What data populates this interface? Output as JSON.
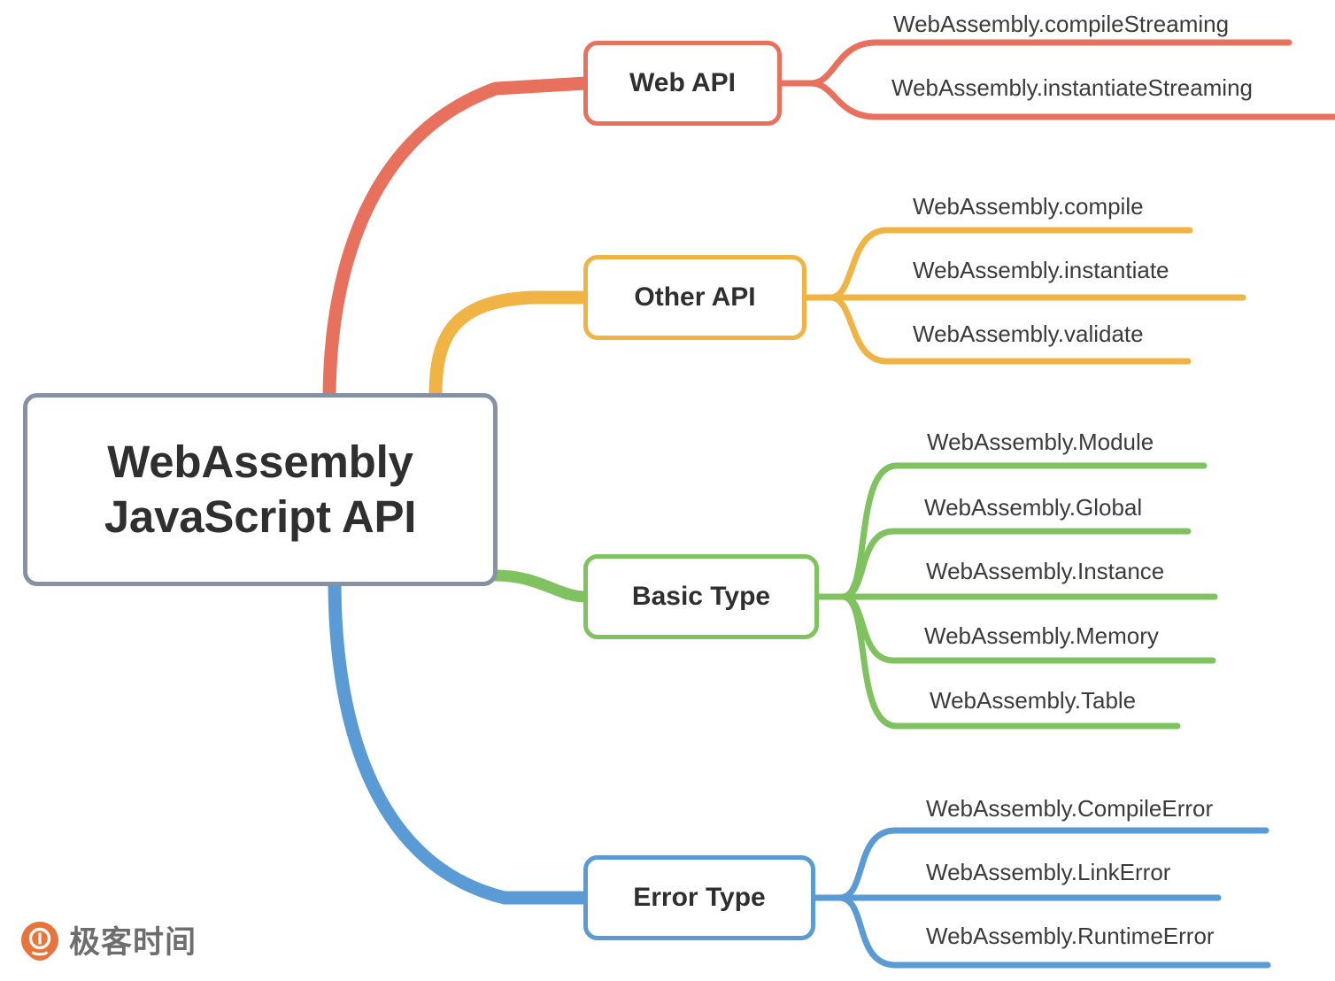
{
  "diagram": {
    "type": "mindmap",
    "root": {
      "label": "WebAssembly\nJavaScript API",
      "line1": "WebAssembly",
      "line2": "JavaScript API",
      "border_color": "#8692a4"
    },
    "branches": [
      {
        "label": "Web API",
        "color": "#e8715e",
        "children": [
          "WebAssembly.compileStreaming",
          "WebAssembly.instantiateStreaming"
        ]
      },
      {
        "label": "Other API",
        "color": "#f0b445",
        "children": [
          "WebAssembly.compile",
          "WebAssembly.instantiate",
          "WebAssembly.validate"
        ]
      },
      {
        "label": "Basic Type",
        "color": "#7fc25f",
        "children": [
          "WebAssembly.Module",
          "WebAssembly.Global",
          "WebAssembly.Instance",
          "WebAssembly.Memory",
          "WebAssembly.Table"
        ]
      },
      {
        "label": "Error Type",
        "color": "#5b9bd5",
        "children": [
          "WebAssembly.CompileError",
          "WebAssembly.LinkError",
          "WebAssembly.RuntimeError"
        ]
      }
    ]
  },
  "watermark": {
    "text": "极客时间",
    "mark_color": "#e8743b",
    "text_color": "#6d6d6d",
    "icon": "geektime-logo-icon"
  }
}
